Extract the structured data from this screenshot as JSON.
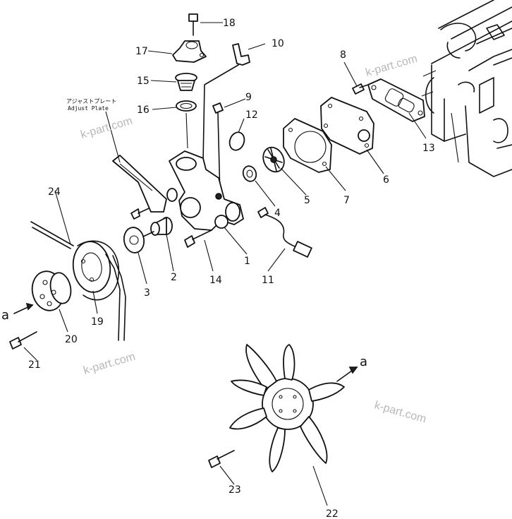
{
  "diagram": {
    "watermarks": [
      "k-part.com",
      "k-part.com",
      "k-part.com",
      "k-part.com"
    ],
    "adjust_plate_label": {
      "jp": "アジャストプレート",
      "en": "Adjust Plate"
    },
    "view_marker": "a",
    "callouts": {
      "c1": "1",
      "c2": "2",
      "c3": "3",
      "c4": "4",
      "c5": "5",
      "c6": "6",
      "c7": "7",
      "c8": "8",
      "c9": "9",
      "c10": "10",
      "c11": "11",
      "c12": "12",
      "c13": "13",
      "c14": "14",
      "c15": "15",
      "c16": "16",
      "c17": "17",
      "c18": "18",
      "c19": "19",
      "c20": "20",
      "c21": "21",
      "c22": "22",
      "c23": "23",
      "c24": "24"
    }
  }
}
